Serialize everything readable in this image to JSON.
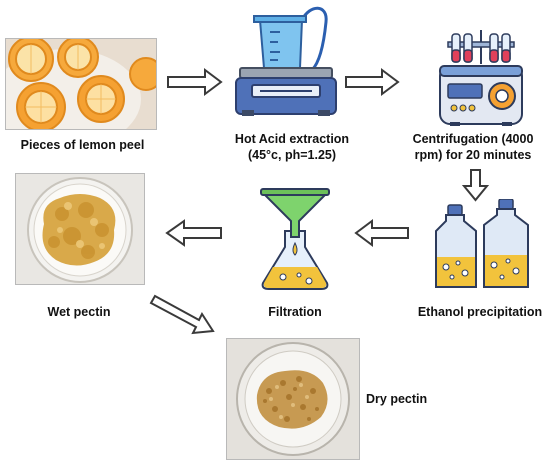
{
  "steps": [
    {
      "id": "lemon",
      "label": "Pieces of lemon peel",
      "icon": "lemon-peel-photo"
    },
    {
      "id": "hot_acid",
      "label_line1": "Hot Acid extraction",
      "label_line2": "(45°c, ph=1.25)",
      "icon": "hot-plate-beaker-icon"
    },
    {
      "id": "centrifuge",
      "label_line1": "Centrifugation (4000",
      "label_line2": "rpm) for 20 minutes",
      "icon": "centrifuge-icon"
    },
    {
      "id": "ethanol",
      "label": "Ethanol precipitation",
      "icon": "bottles-icon"
    },
    {
      "id": "filtration",
      "label": "Filtration",
      "icon": "funnel-flask-icon"
    },
    {
      "id": "wet_pectin",
      "label": "Wet pectin",
      "icon": "wet-pectin-photo"
    },
    {
      "id": "dry_pectin",
      "label": "Dry pectin",
      "icon": "dry-pectin-photo"
    }
  ],
  "arrows": [
    {
      "from": "lemon",
      "to": "hot_acid",
      "direction": "right"
    },
    {
      "from": "hot_acid",
      "to": "centrifuge",
      "direction": "right"
    },
    {
      "from": "centrifuge",
      "to": "ethanol",
      "direction": "down"
    },
    {
      "from": "ethanol",
      "to": "filtration",
      "direction": "left"
    },
    {
      "from": "filtration",
      "to": "wet_pectin",
      "direction": "left"
    },
    {
      "from": "wet_pectin",
      "to": "dry_pectin",
      "direction": "down-right"
    }
  ],
  "colors": {
    "arrow_stroke": "#3a3a3a",
    "device_blue": "#4f71b8",
    "liquid_yellow": "#f2c33c",
    "peel_orange": "#f4a23a"
  }
}
